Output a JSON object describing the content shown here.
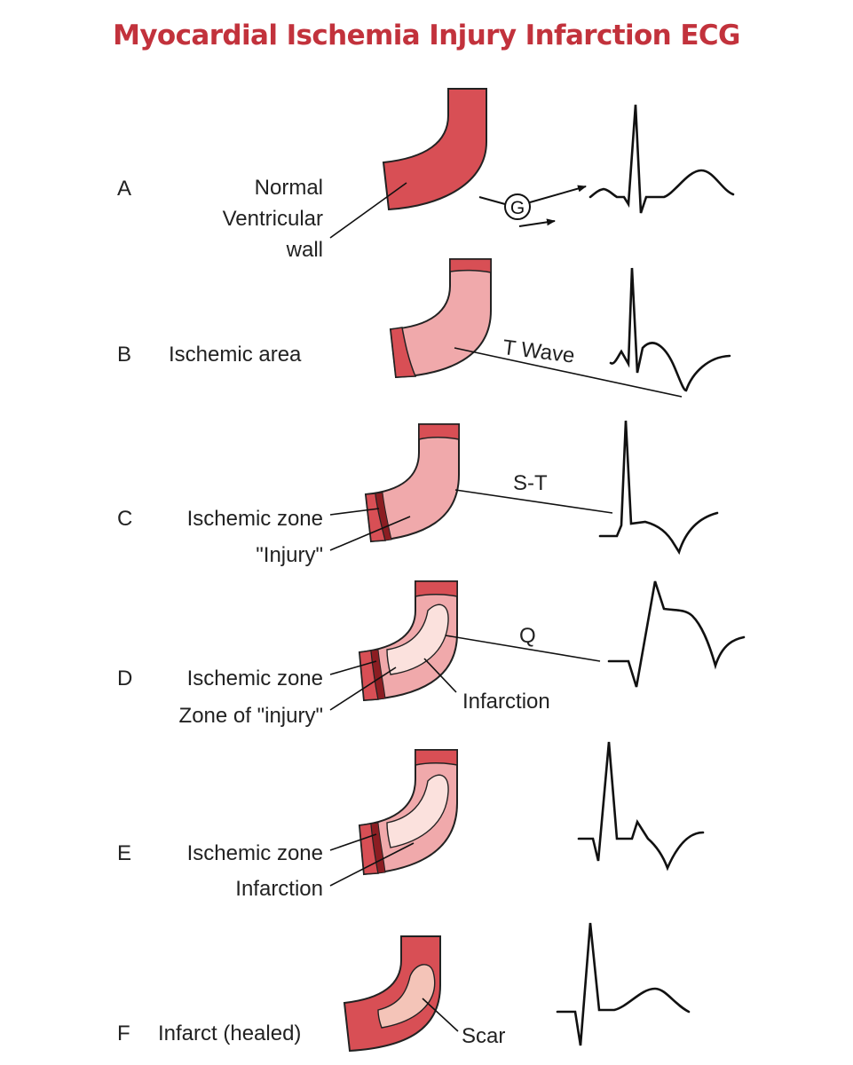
{
  "title": "Myocardial Ischemia Injury Infarction ECG",
  "colors": {
    "title": "#c2323c",
    "normal_wall": "#d84f55",
    "ischemic_zone": "#f0a9ab",
    "injury_band": "#8c1d22",
    "infarction": "#fbe1dd",
    "scar": "#f4c4b8"
  },
  "rows": [
    {
      "letter": "A",
      "labels": [
        "Normal",
        "Ventricular",
        "wall"
      ],
      "symbol": "G"
    },
    {
      "letter": "B",
      "labels": [
        "Ischemic area"
      ],
      "annotation": "T Wave"
    },
    {
      "letter": "C",
      "labels": [
        "Ischemic zone",
        "\"Injury\""
      ],
      "annotation": "S-T"
    },
    {
      "letter": "D",
      "labels": [
        "Ischemic zone",
        "Zone of \"injury\""
      ],
      "annotation": "Q",
      "callout": "Infarction"
    },
    {
      "letter": "E",
      "labels": [
        "Ischemic zone",
        "Infarction"
      ]
    },
    {
      "letter": "F",
      "labels": [
        "Infarct (healed)"
      ],
      "callout": "Scar"
    }
  ]
}
